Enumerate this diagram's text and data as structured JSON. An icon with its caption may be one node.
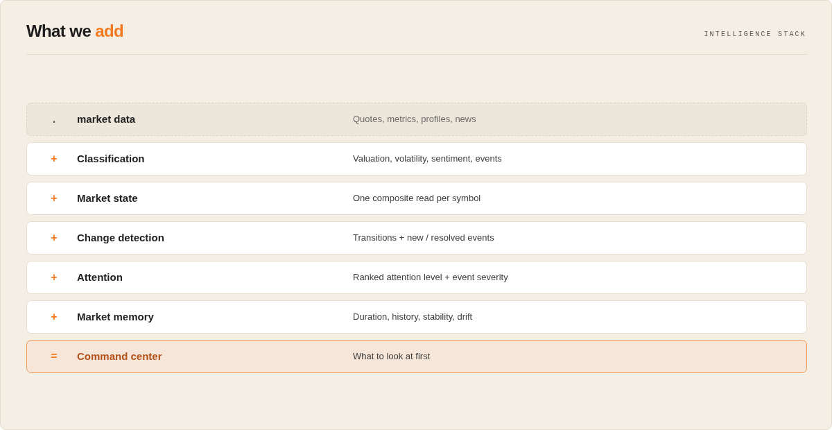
{
  "diagram": {
    "title": "What we **add**",
    "nodes": [
      {
        "text": [
          ".",
          "market data",
          "Quotes, metrics, profiles, news"
        ]
      },
      {
        "text": [
          "+",
          "Classification",
          "Valuation, volatility, sentiment, events"
        ]
      },
      {
        "text": [
          "+",
          "Market state",
          "One composite read per symbol"
        ]
      },
      {
        "text": [
          "+",
          "Change detection",
          "Transitions + new / resolved events"
        ]
      },
      {
        "text": [
          "+",
          "Attention",
          "Ranked attention level + event severity"
        ]
      },
      {
        "text": [
          "+",
          "Market memory",
          "Duration, history, stability, drift"
        ]
      },
      {
        "text": [
          "=",
          "Command center",
          "What to look at first"
        ]
      }
    ],
    "labels": [
      "INTELLIGENCE STACK"
    ]
  }
}
